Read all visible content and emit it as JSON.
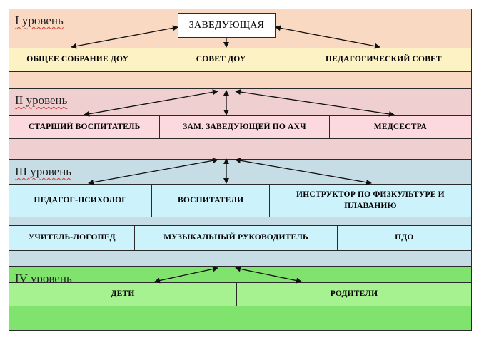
{
  "head": "ЗАВЕДУЮЩАЯ",
  "levels": [
    {
      "title": "I уровень",
      "rows": [
        [
          "ОБЩЕЕ СОБРАНИЕ ДОУ",
          "СОВЕТ ДОУ",
          "ПЕДАГОГИЧЕСКИЙ СОВЕТ"
        ]
      ]
    },
    {
      "title": "II уровень",
      "rows": [
        [
          "СТАРШИЙ ВОСПИТАТЕЛЬ",
          "ЗАМ. ЗАВЕДУЮЩЕЙ ПО АХЧ",
          "МЕДСЕСТРА"
        ]
      ]
    },
    {
      "title": "III уровень",
      "rows": [
        [
          "ПЕДАГОГ-ПСИХОЛОГ",
          "ВОСПИТАТЕЛИ",
          "ИНСТРУКТОР ПО ФИЗКУЛЬТУРЕ И ПЛАВАНИЮ"
        ],
        [
          "УЧИТЕЛЬ-ЛОГОПЕД",
          "МУЗЫКАЛЬНЫЙ РУКОВОДИТЕЛЬ",
          "ПДО"
        ]
      ]
    },
    {
      "title": "IV уровень",
      "rows": [
        [
          "ДЕТИ",
          "РОДИТЕЛИ"
        ]
      ]
    }
  ],
  "colors": {
    "level1_band": "#f9d9c1",
    "level1_cells": "#fdf2c4",
    "level2_band": "#efcfcf",
    "level2_cells": "#fcd8df",
    "level3_band": "#c7dde6",
    "level3_cells": "#ccf3fb",
    "level4_band": "#7fe36e",
    "level4_cells": "#a6f291"
  }
}
